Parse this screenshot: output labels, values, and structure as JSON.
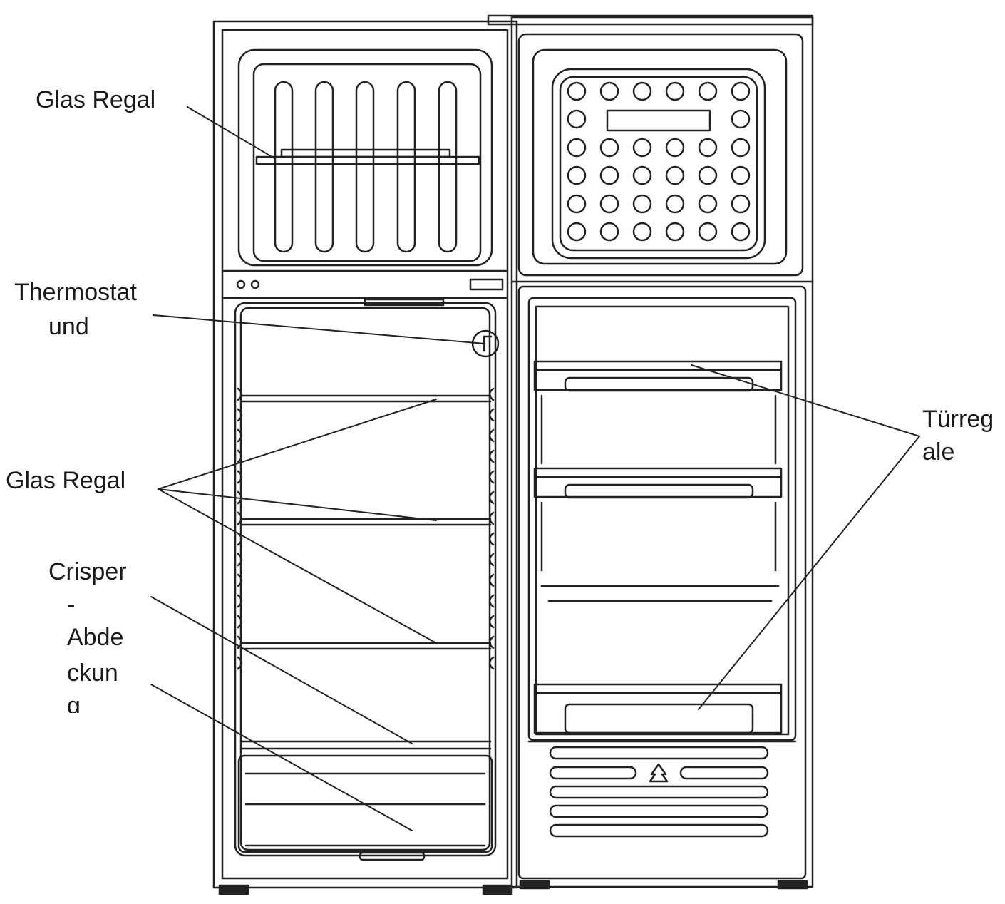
{
  "labels": {
    "glas_regal_top": "Glas Regal",
    "thermostat_line1": "Thermostat",
    "thermostat_line2": "und",
    "glas_regal_middle": "Glas Regal",
    "crisper_line1": "Crisper",
    "crisper_line2": "-",
    "crisper_line3": "Abde",
    "crisper_line4": "ckun",
    "crisper_line5": "g",
    "tuerregale_line1": "Türreg",
    "tuerregale_line2": "ale"
  },
  "colors": {
    "line": "#222222",
    "background": "#ffffff"
  }
}
